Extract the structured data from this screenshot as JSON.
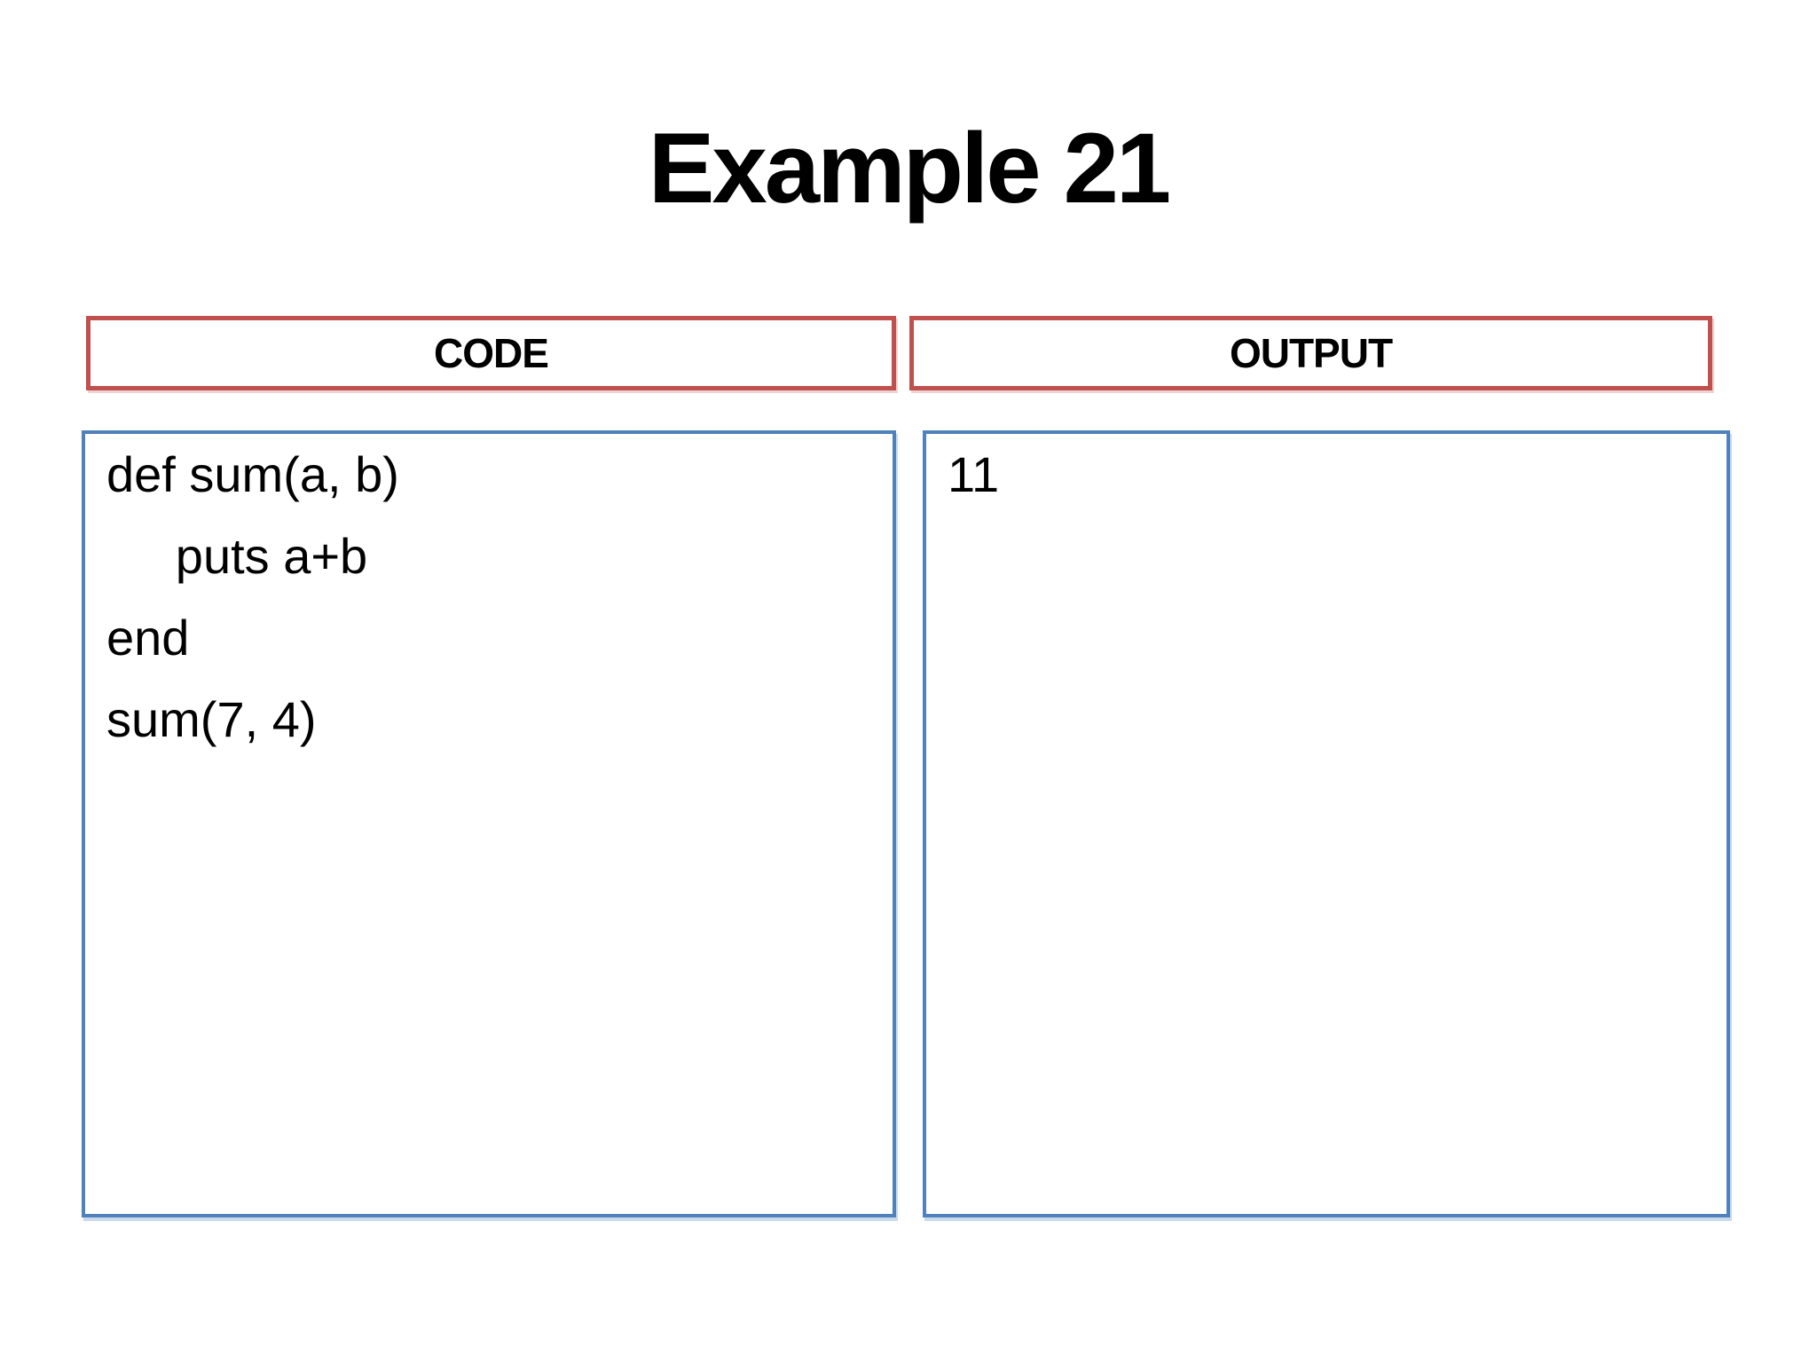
{
  "title": "Example 21",
  "panels": [
    {
      "header": "CODE",
      "lines": [
        "def sum(a, b)",
        "     puts a+b",
        "end",
        "sum(7, 4)"
      ]
    },
    {
      "header": "OUTPUT",
      "lines": [
        "11"
      ]
    }
  ],
  "colors": {
    "header_border": "#c0504d",
    "panel_border": "#4f81bd",
    "text": "#000000",
    "background": "#ffffff"
  }
}
